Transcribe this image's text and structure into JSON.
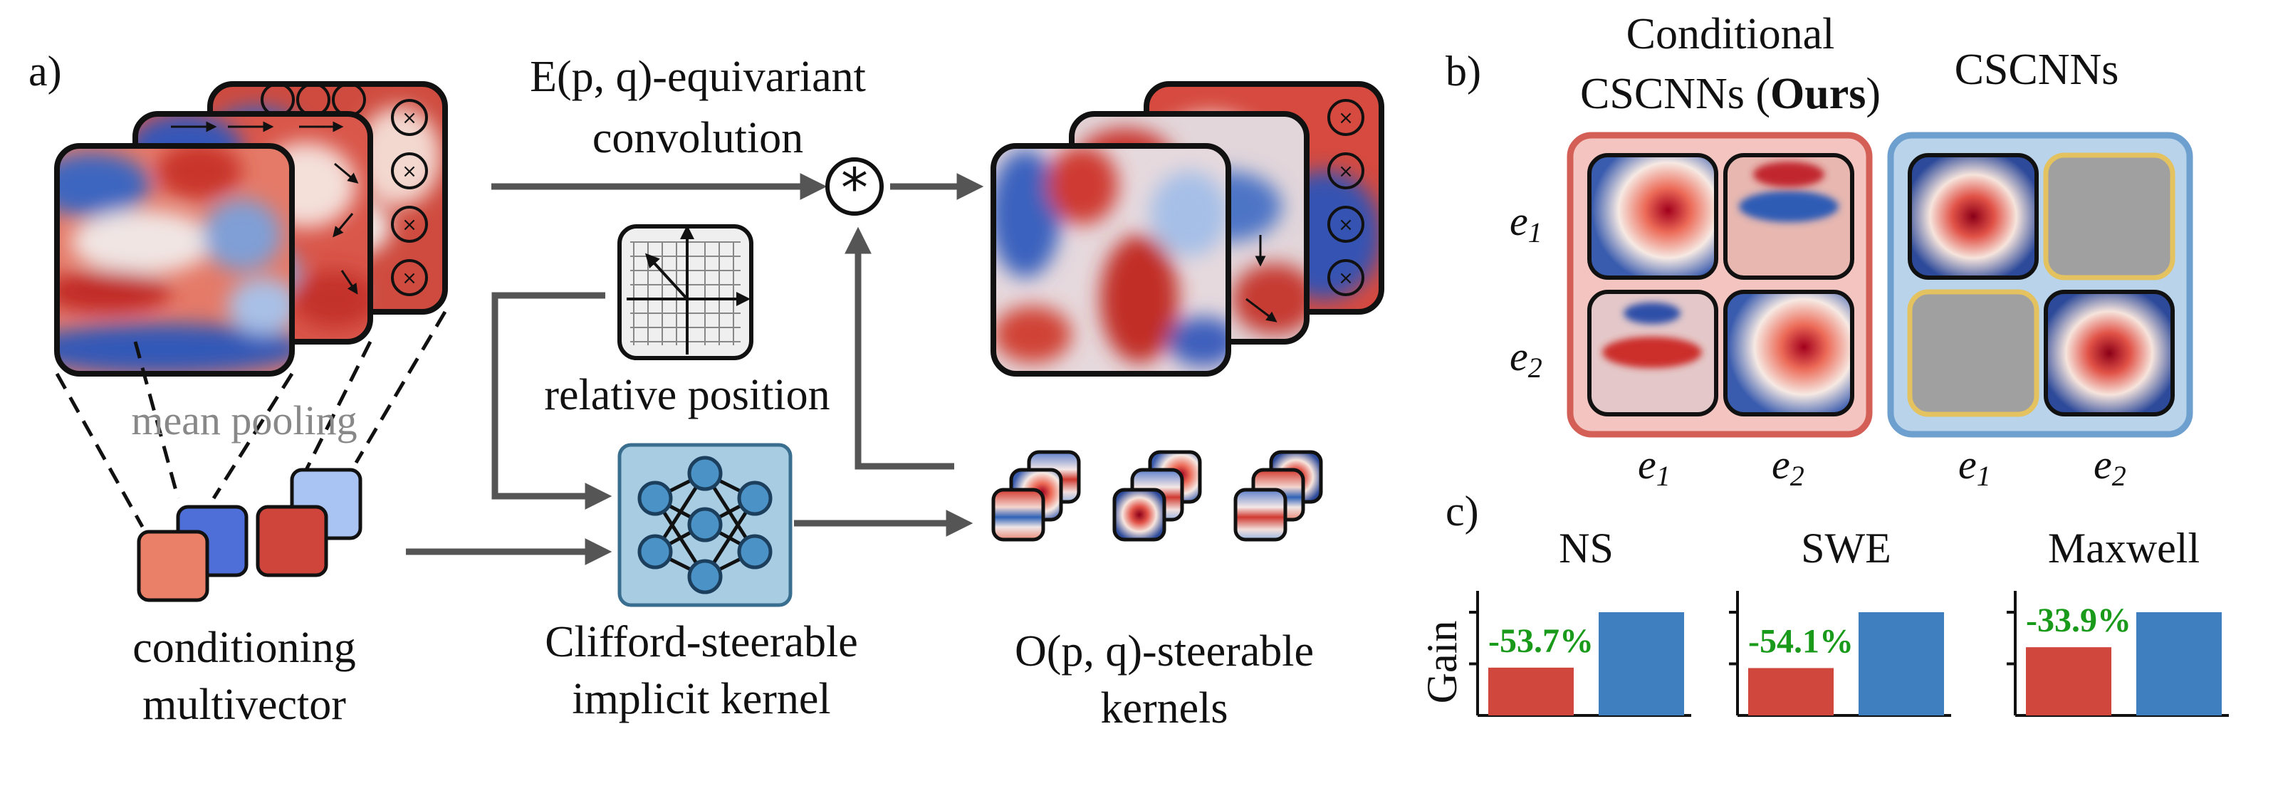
{
  "panel_a": {
    "label": "a)",
    "conv_label_line1": "E(p, q)-equivariant",
    "conv_label_line2": "convolution",
    "conv_operator": "*",
    "mean_pooling": "mean pooling",
    "relative_position": "relative position",
    "conditioning_line1": "conditioning",
    "conditioning_line2": "multivector",
    "kernel_line1": "Clifford-steerable",
    "kernel_line2": "implicit kernel",
    "steerable_line1": "O(p, q)-steerable",
    "steerable_line2": "kernels"
  },
  "panel_b": {
    "label": "b)",
    "ours_line1": "Conditional",
    "ours_line2_prefix": "CSCNNs (",
    "ours_line2_bold": "Ours",
    "ours_line2_suffix": ")",
    "baseline_title": "CSCNNs",
    "row_labels": [
      "e1",
      "e2"
    ],
    "col_labels": [
      "e1",
      "e2"
    ]
  },
  "panel_c": {
    "label": "c)",
    "ylabel": "Gain"
  },
  "colors": {
    "red_bar": "#d0473e",
    "blue_bar": "#3f7fc0",
    "gain_text": "#1a9a1a",
    "ours_panel_border": "#d35f57",
    "ours_panel_fill": "#f3c4c0",
    "baseline_panel_border": "#6d9fcf",
    "baseline_panel_fill": "#b9d3ea",
    "zero_cell_border": "#e3c25f",
    "zero_cell_fill": "#a0a0a0",
    "arrow": "#555555",
    "network_box": "#a8cde3",
    "network_node": "#4b93c6"
  },
  "chart_data": {
    "type": "bar",
    "ylabel": "Gain",
    "categories": [
      "NS",
      "SWE",
      "Maxwell"
    ],
    "series": [
      {
        "values": [
          46.3,
          45.9,
          66.1
        ]
      },
      {
        "values": [
          100,
          100,
          100
        ]
      }
    ],
    "annotations": [
      "-53.7%",
      "-54.1%",
      "-33.9%"
    ]
  }
}
